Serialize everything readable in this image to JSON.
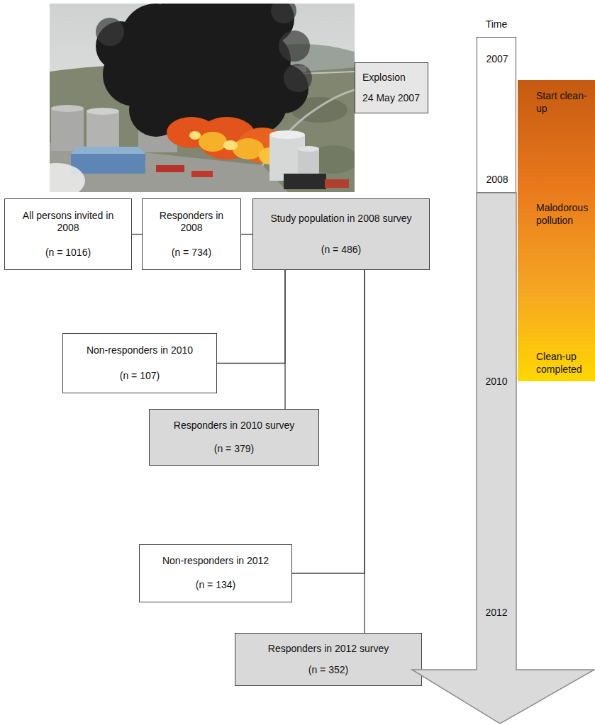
{
  "diagram": {
    "nodes": [
      {
        "text": [
          "Explosion",
          "24 May 2007"
        ]
      },
      {
        "text": [
          "2007",
          "2008"
        ]
      },
      {
        "text": [
          "Start clean-up",
          "Malodorous pollution",
          "Clean-up completed"
        ]
      },
      {
        "text": [
          "All persons invited in 2008",
          "(n = 1016)"
        ]
      },
      {
        "text": [
          "Responders in 2008",
          "(n = 734)"
        ]
      },
      {
        "text": [
          "Study population in 2008 survey",
          "(n = 486)"
        ]
      },
      {
        "text": [
          "Non-responders in 2010",
          "(n = 107)"
        ]
      },
      {
        "text": [
          "Responders in 2010 survey",
          "(n = 379)"
        ]
      },
      {
        "text": [
          "Non-responders in 2012",
          "(n = 134)"
        ]
      },
      {
        "text": [
          "Responders in 2012 survey",
          "(n = 352)"
        ]
      },
      {
        "text": [
          "2010",
          "2012"
        ]
      }
    ],
    "edges": [
      {
        "from": 3,
        "to": 4,
        "arrow": "none"
      },
      {
        "from": 4,
        "to": 5,
        "arrow": "none"
      },
      {
        "from": 5,
        "to": 6,
        "arrow": "none"
      },
      {
        "from": 5,
        "to": 7,
        "arrow": "none"
      },
      {
        "from": 5,
        "to": 8,
        "arrow": "none"
      },
      {
        "from": 5,
        "to": 9,
        "arrow": "none"
      }
    ],
    "labels": [
      "Time"
    ]
  }
}
